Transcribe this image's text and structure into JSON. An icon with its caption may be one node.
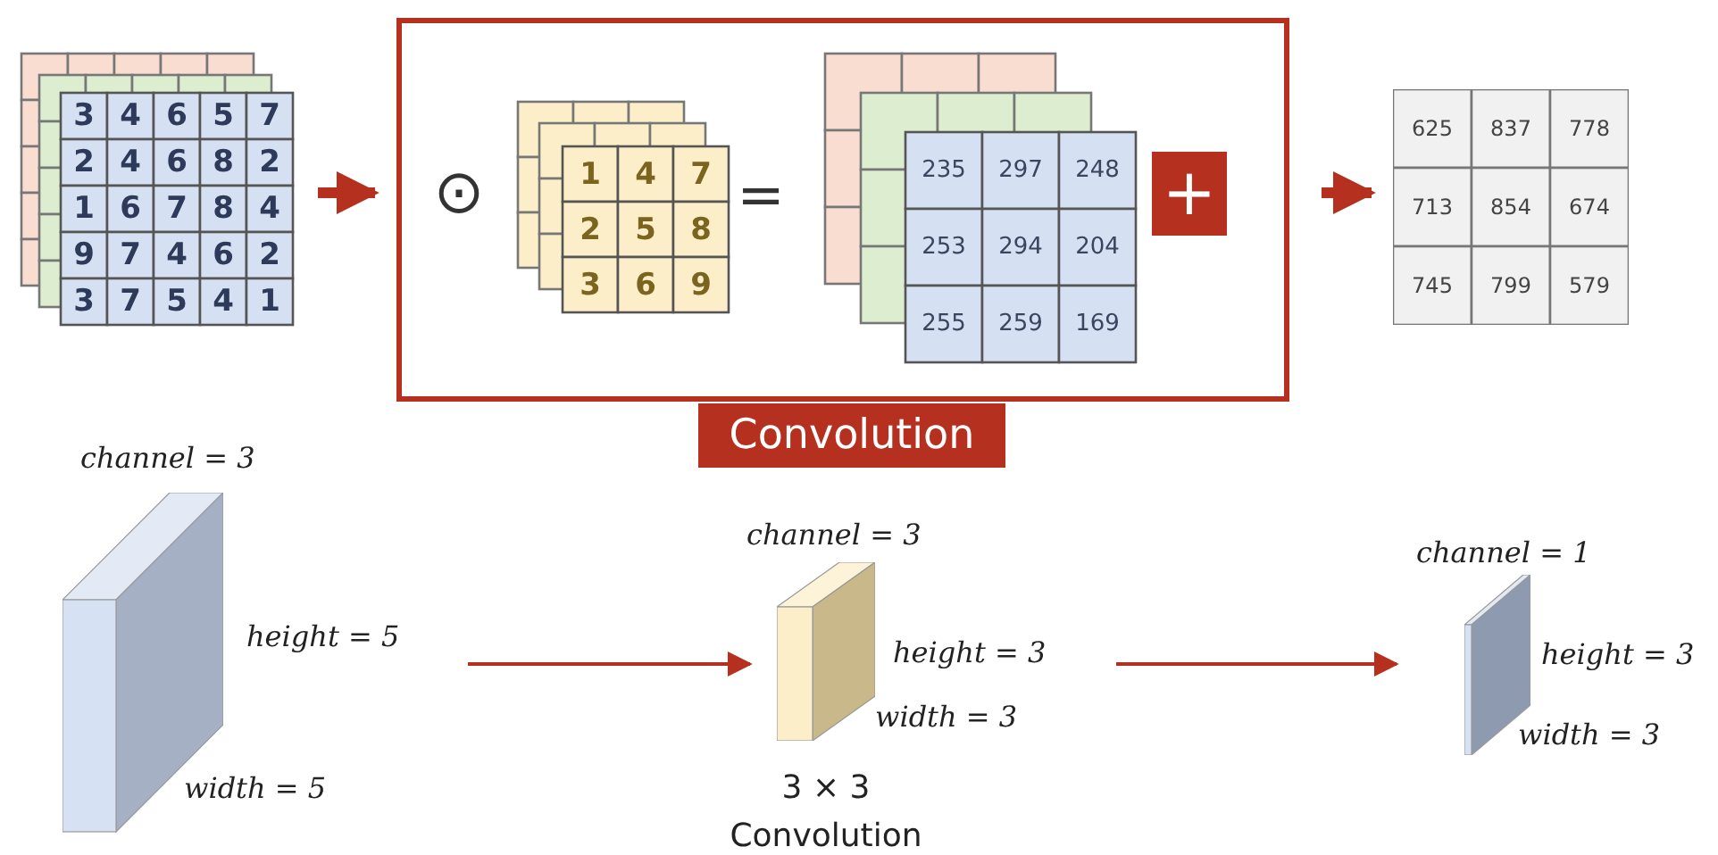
{
  "diagram": {
    "nodes": [
      {
        "text": [],
        "shape": "box"
      },
      {
        "text": [
          "Convolution"
        ]
      },
      {
        "text": [],
        "shape": "box"
      },
      {
        "text": [],
        "shape": "box",
        "beside": [
          "channel = 3",
          "height = 5",
          "width = 5"
        ]
      },
      {
        "text": [],
        "shape": "box",
        "beside": [
          "channel = 3",
          "height = 3",
          "width = 3",
          "3 × 3 Convolution"
        ]
      },
      {
        "text": [],
        "shape": "box",
        "beside": [
          "channel = 1",
          "height = 3",
          "width = 3"
        ]
      }
    ],
    "edges": [
      {
        "from": 0,
        "to": 1,
        "arrow": "to",
        "style": "thick"
      },
      {
        "from": 1,
        "to": 2,
        "arrow": "to",
        "style": "thick"
      },
      {
        "from": 3,
        "to": 4,
        "arrow": "to"
      },
      {
        "from": 4,
        "to": 5,
        "arrow": "to"
      }
    ],
    "labels": [
      "3",
      "4",
      "6",
      "5",
      "7",
      "2",
      "4",
      "6",
      "8",
      "2",
      "1",
      "6",
      "7",
      "8",
      "4",
      "9",
      "7",
      "4",
      "6",
      "2",
      "3",
      "7",
      "5",
      "4",
      "1",
      "⊙",
      "1",
      "4",
      "7",
      "2",
      "5",
      "8",
      "3",
      "6",
      "9",
      "=",
      "235",
      "297",
      "248",
      "253",
      "294",
      "204",
      "255",
      "259",
      "169",
      "+",
      "625",
      "837",
      "778",
      "713",
      "854",
      "674",
      "745",
      "799",
      "579"
    ]
  }
}
